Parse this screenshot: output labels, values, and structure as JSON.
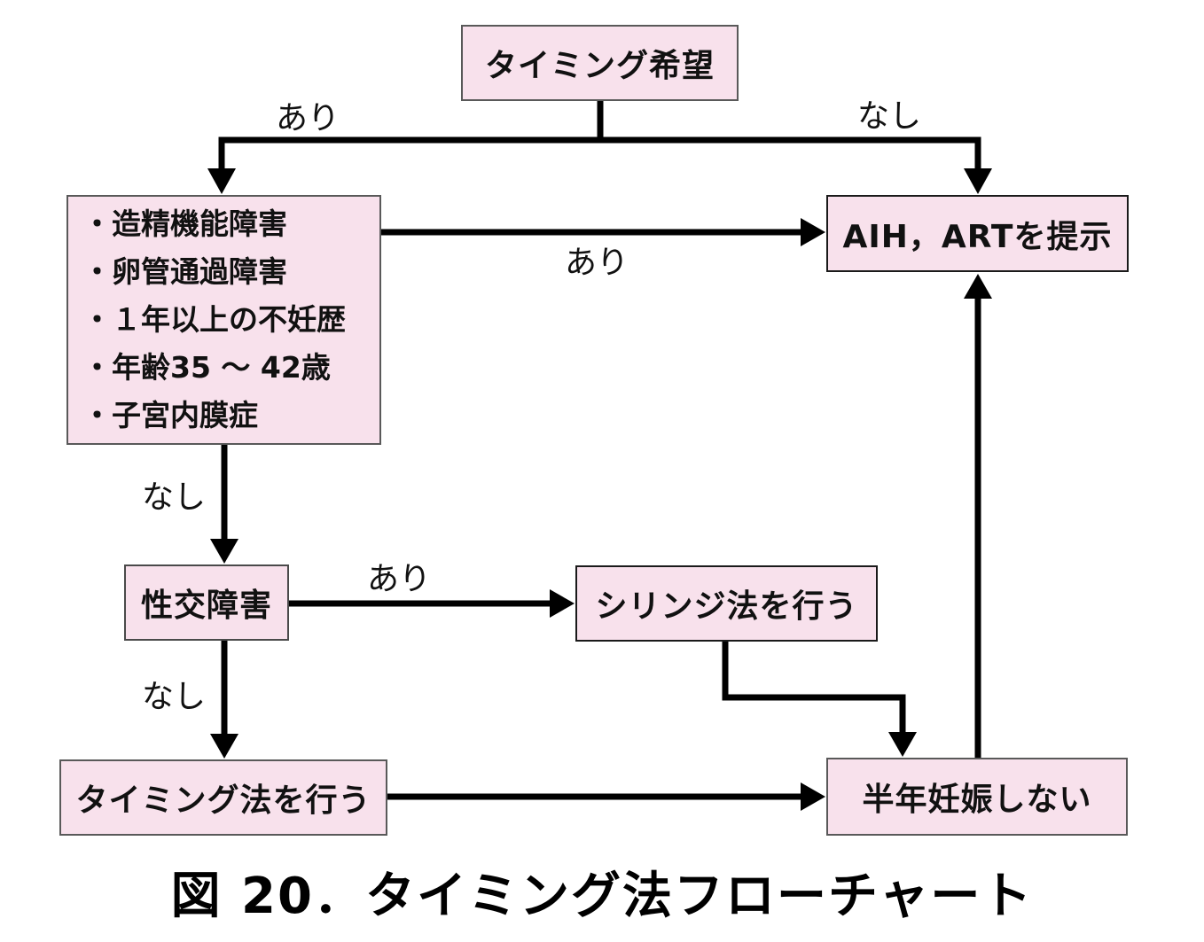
{
  "figure": {
    "caption": "図 20．タイミング法フローチャート"
  },
  "nodes": {
    "start": {
      "label": "タイミング希望"
    },
    "criteria": {
      "items": [
        "・造精機能障害",
        "・卵管通過障害",
        "・１年以上の不妊歴",
        "・年齢35 〜 42歳",
        "・子宮内膜症"
      ]
    },
    "aih": {
      "label": "AIH，ARTを提示"
    },
    "seikou": {
      "label": "性交障害"
    },
    "syringe": {
      "label": "シリンジ法を行う"
    },
    "timing": {
      "label": "タイミング法を行う"
    },
    "hannen": {
      "label": "半年妊娠しない"
    }
  },
  "edge_labels": {
    "start_yes": "あり",
    "start_no": "なし",
    "criteria_yes": "あり",
    "criteria_no": "なし",
    "seikou_yes": "あり",
    "seikou_no": "なし"
  },
  "colors": {
    "node_fill": "#f8e1ec",
    "node_border": "#4a4a4a",
    "line": "#000000"
  }
}
